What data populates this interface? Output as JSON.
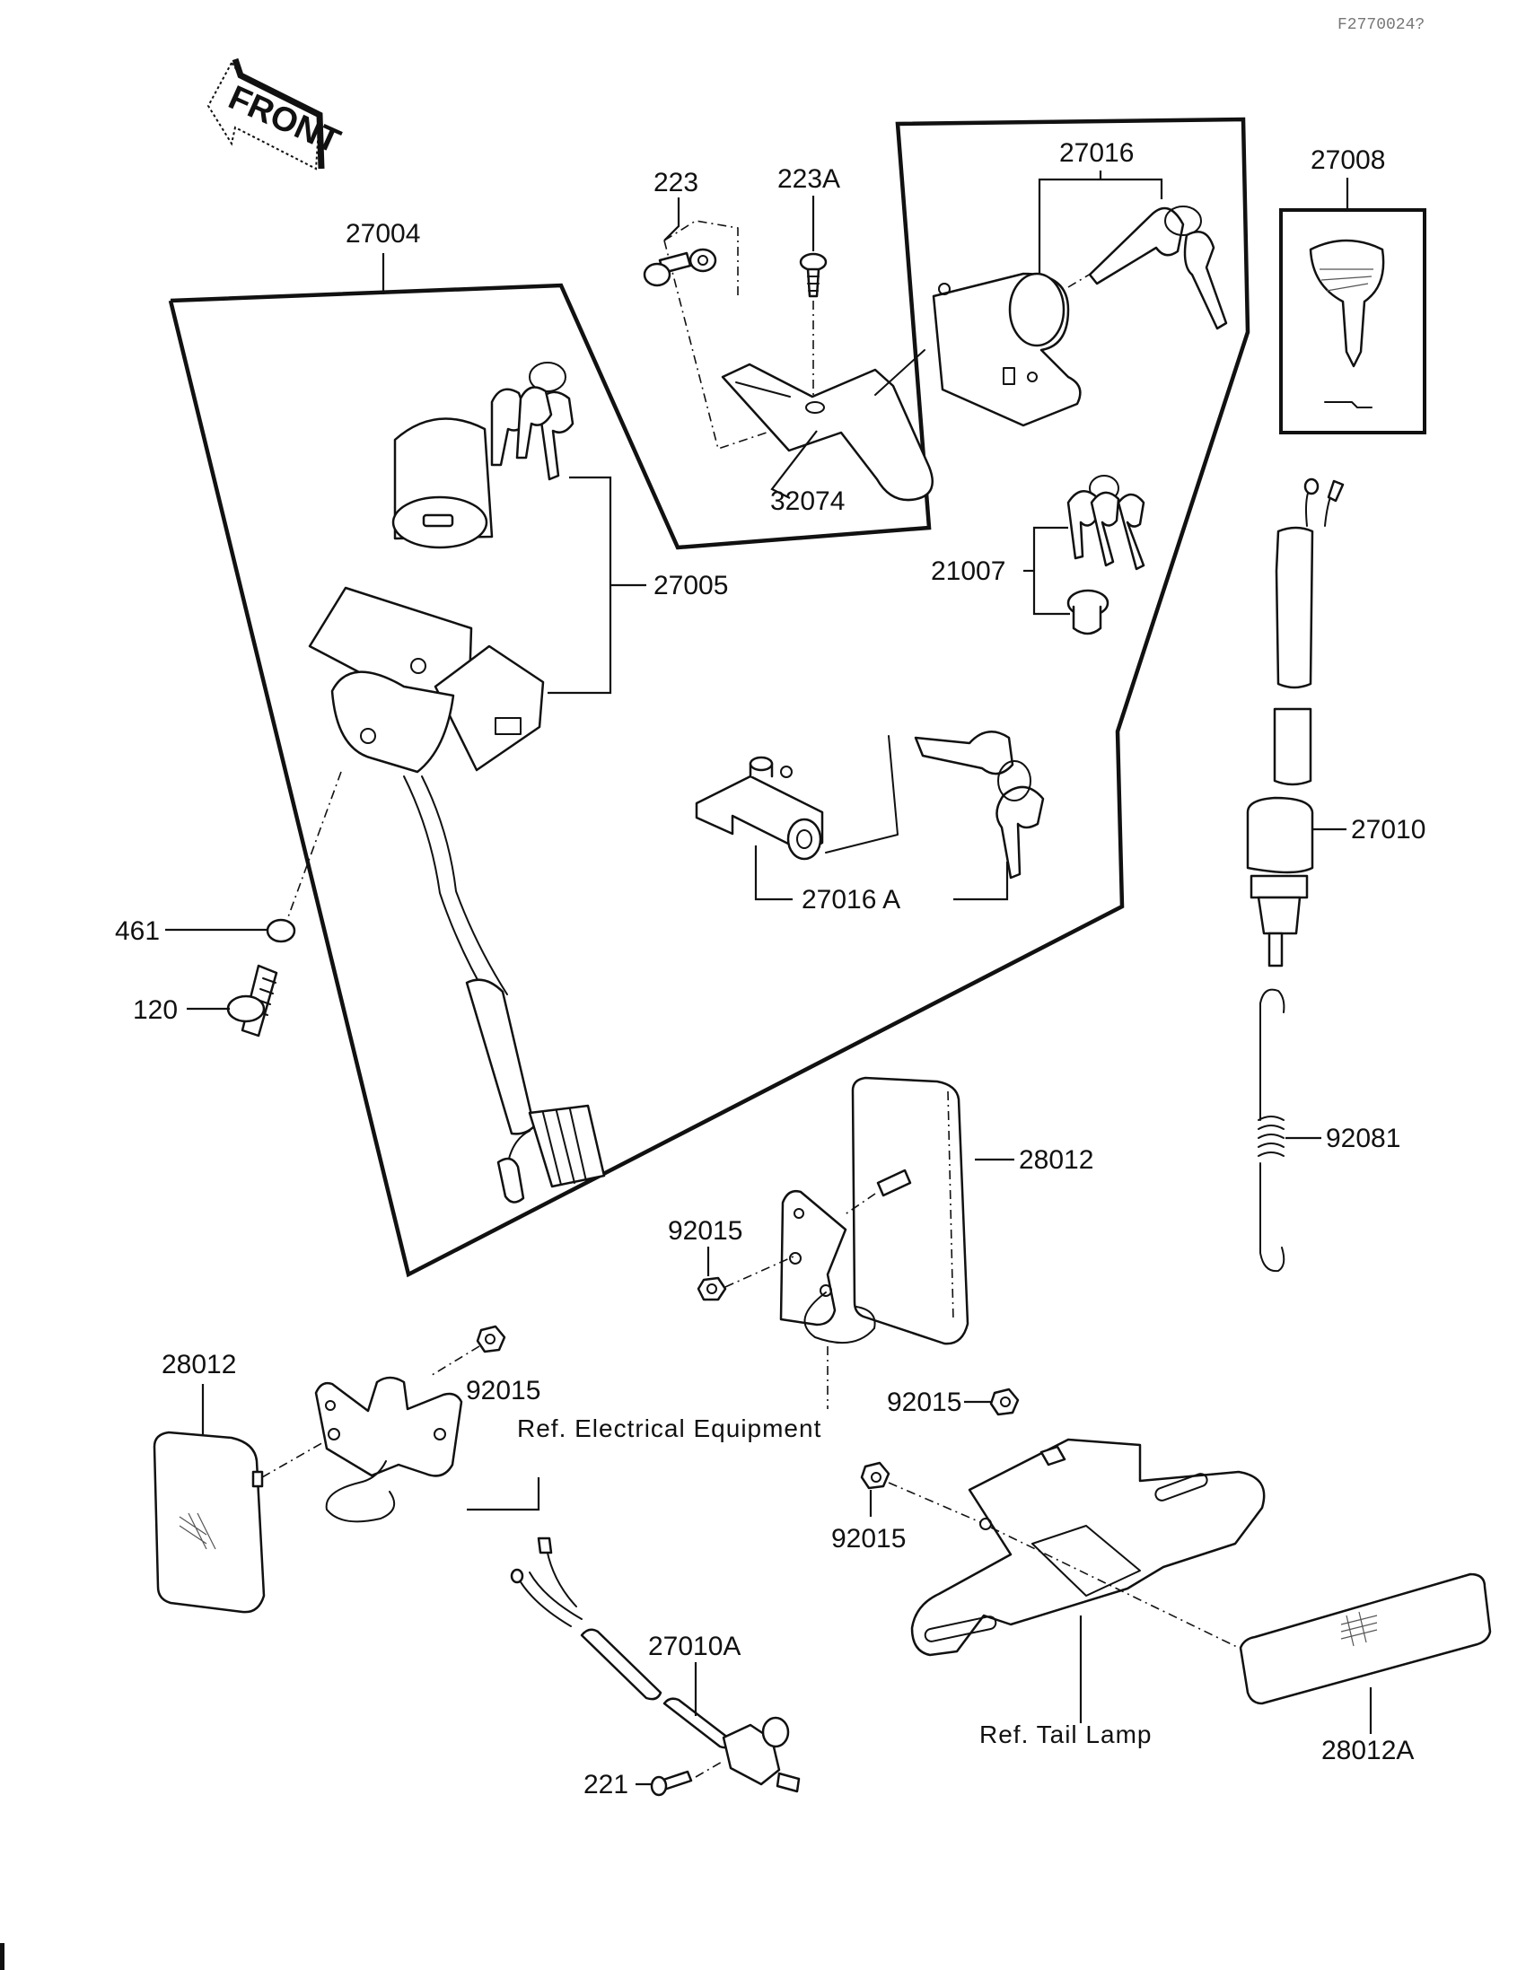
{
  "diagram": {
    "catalog_code": "F2770024?",
    "front_arrow": "FRONT",
    "labels": {
      "l27004": "27004",
      "l223": "223",
      "l223A": "223A",
      "l27016": "27016",
      "l27008": "27008",
      "l32074": "32074",
      "l27005": "27005",
      "l21007": "21007",
      "l27016A": "27016 A",
      "l461": "461",
      "l120": "120",
      "l27010": "27010",
      "l92081": "92081",
      "l28012_center": "28012",
      "l92015_center": "92015",
      "l28012_left": "28012",
      "l92015_left": "92015",
      "l92015_right_top": "92015",
      "l92015_right_bottom": "92015",
      "l27010A": "27010A",
      "l221": "221",
      "l28012A": "28012A"
    },
    "references": {
      "electrical": "Ref.  Electrical Equipment",
      "tail_lamp": "Ref.  Tail Lamp"
    }
  }
}
